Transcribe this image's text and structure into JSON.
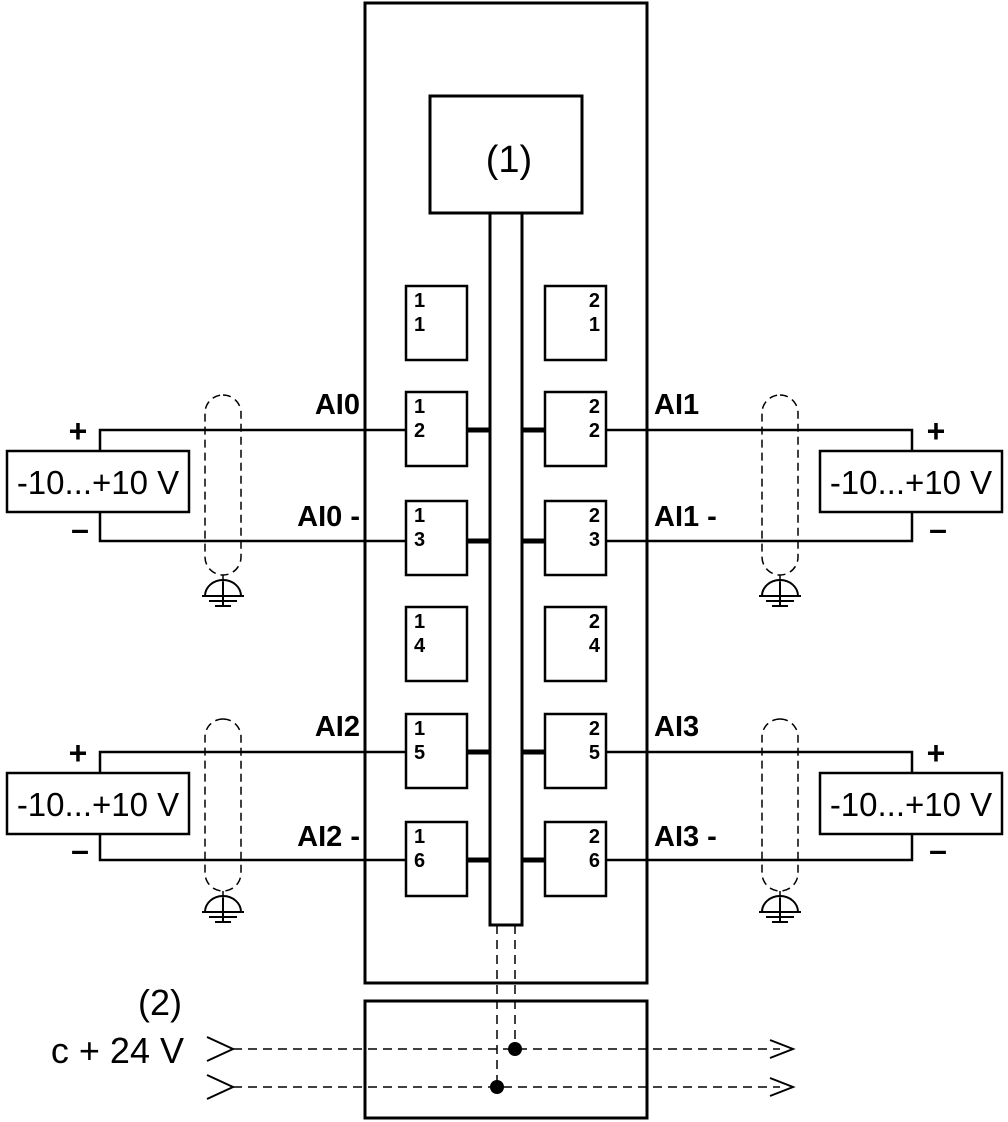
{
  "callouts": {
    "internal": "(1)",
    "power": "(2)"
  },
  "power": {
    "label": "c + 24 V"
  },
  "terminals": {
    "left": [
      {
        "row": "1",
        "col": "1"
      },
      {
        "row": "1",
        "col": "2"
      },
      {
        "row": "1",
        "col": "3"
      },
      {
        "row": "1",
        "col": "4"
      },
      {
        "row": "1",
        "col": "5"
      },
      {
        "row": "1",
        "col": "6"
      }
    ],
    "right": [
      {
        "row": "2",
        "col": "1"
      },
      {
        "row": "2",
        "col": "2"
      },
      {
        "row": "2",
        "col": "3"
      },
      {
        "row": "2",
        "col": "4"
      },
      {
        "row": "2",
        "col": "5"
      },
      {
        "row": "2",
        "col": "6"
      }
    ]
  },
  "signals": {
    "ai0_plus": "AI0",
    "ai0_minus": "AI0 -",
    "ai1_plus": "AI1",
    "ai1_minus": "AI1 -",
    "ai2_plus": "AI2",
    "ai2_minus": "AI2 -",
    "ai3_plus": "AI3",
    "ai3_minus": "AI3 -"
  },
  "sources": [
    {
      "label": "-10...+10 V",
      "plus": "+",
      "minus": "–"
    },
    {
      "label": "-10...+10 V",
      "plus": "+",
      "minus": "–"
    },
    {
      "label": "-10...+10 V",
      "plus": "+",
      "minus": "–"
    },
    {
      "label": "-10...+10 V",
      "plus": "+",
      "minus": "–"
    }
  ]
}
